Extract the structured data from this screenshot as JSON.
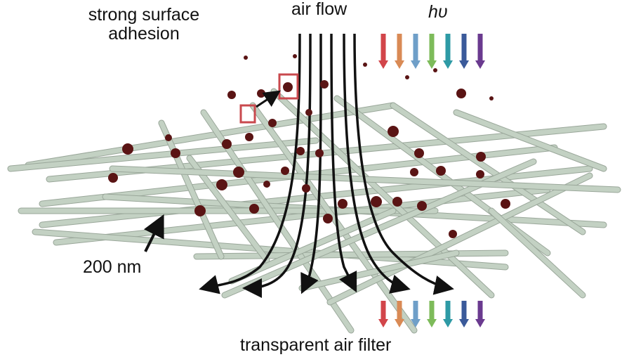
{
  "labels": {
    "adhesion": "strong surface adhesion",
    "air_flow": "air flow",
    "light": "hυ",
    "scale": "200 nm",
    "filter": "transparent air filter"
  },
  "colors": {
    "fiber": "#c3d1c3",
    "fiber_edge": "#9aa79a",
    "particle": "#5a1414",
    "highlight_box": "#c9494e",
    "flow_line": "#111111",
    "light_arrows": [
      "#d2454a",
      "#d98a55",
      "#6f9fc8",
      "#7dbb5a",
      "#2e9aa5",
      "#3a5a9a",
      "#6a3a8f"
    ]
  }
}
